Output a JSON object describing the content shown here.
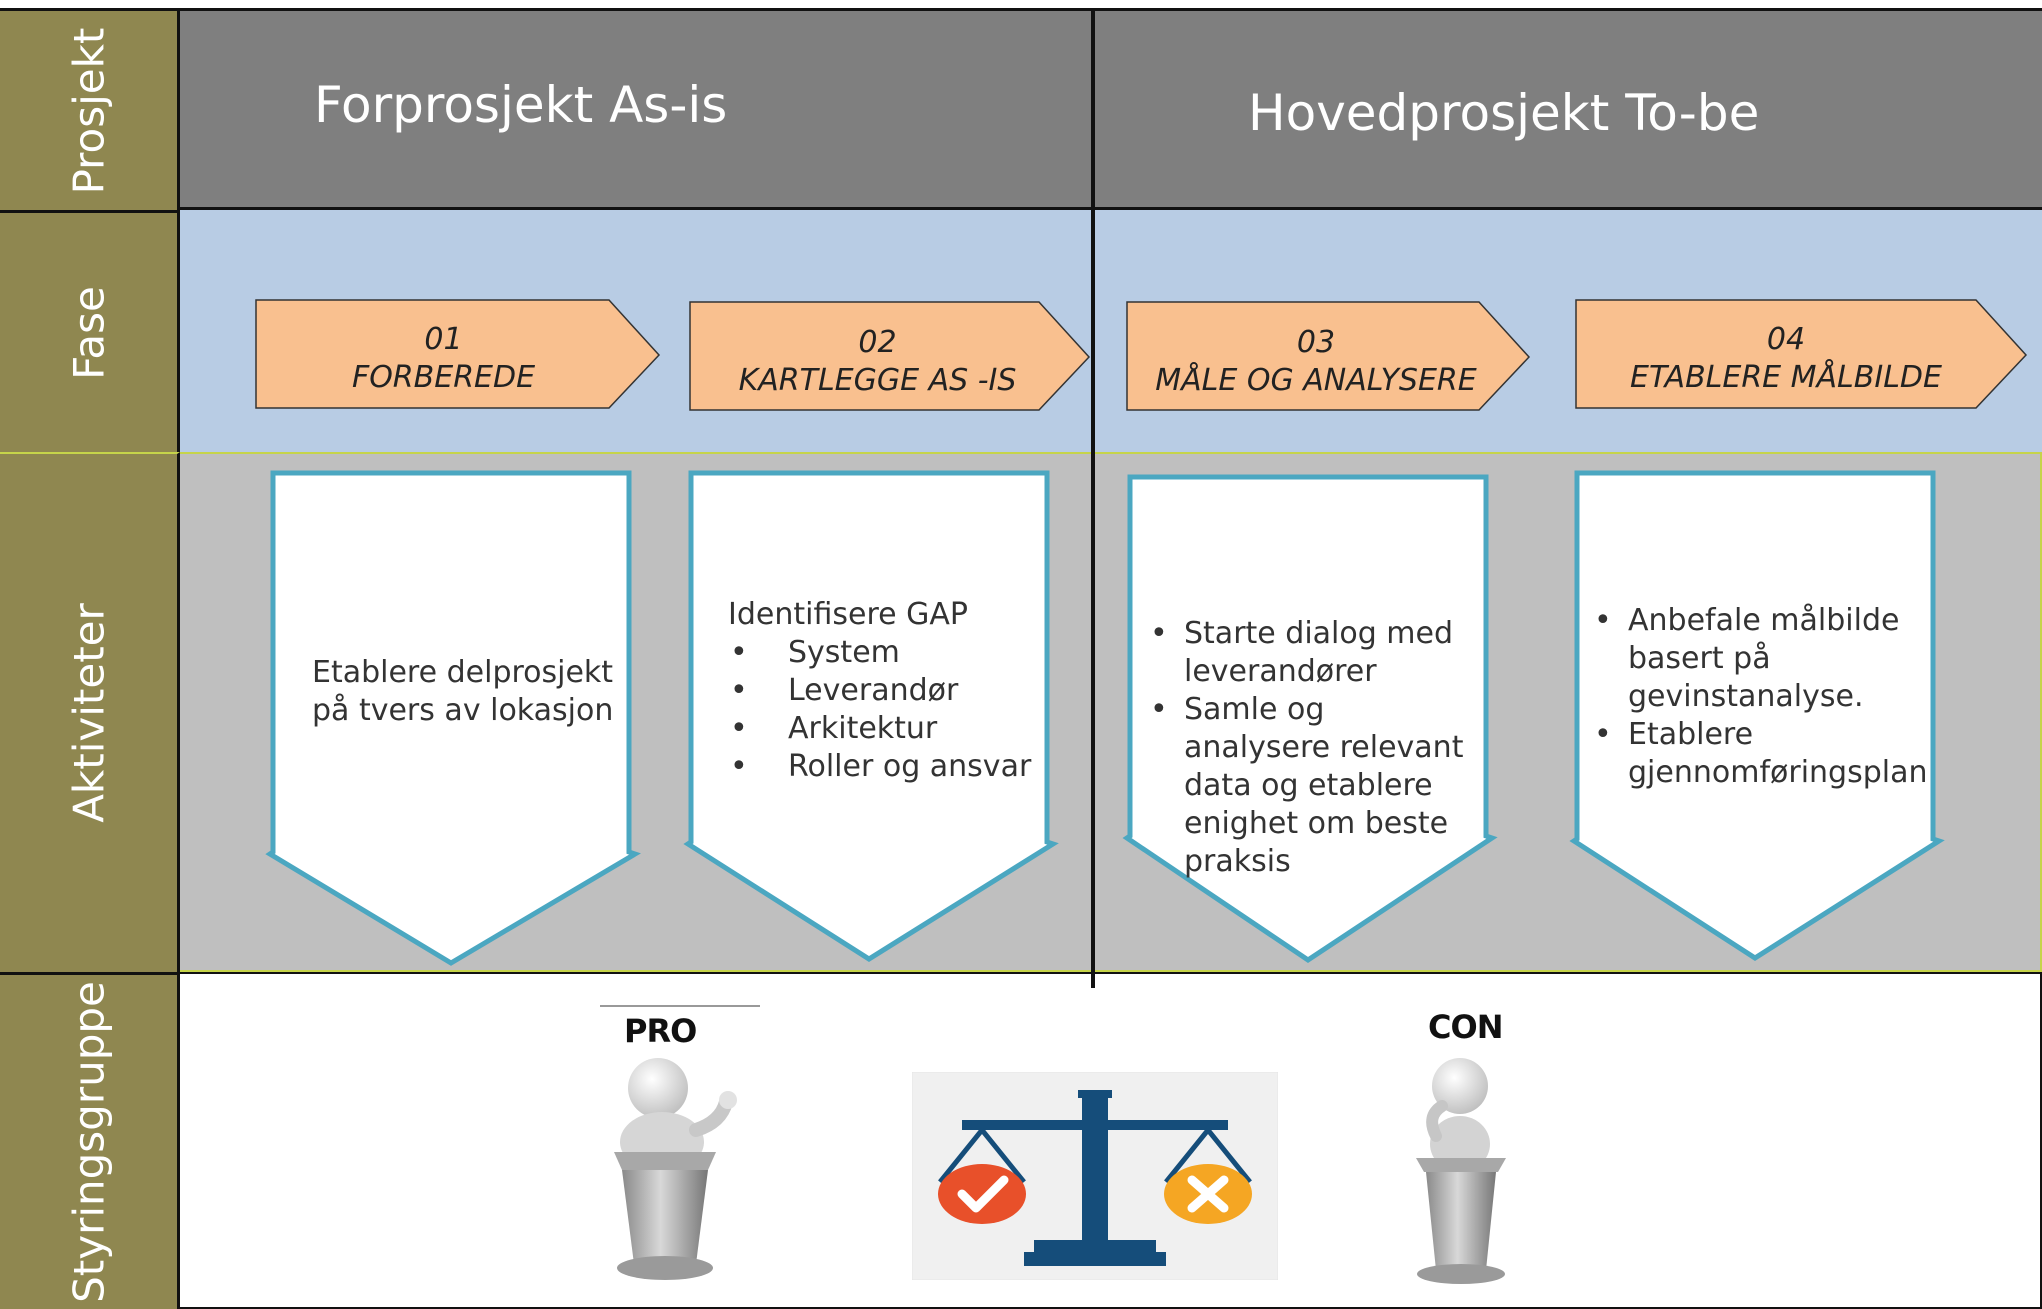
{
  "rows": {
    "prosjekt": "Prosjekt",
    "fase": "Fase",
    "aktiviteter": "Aktiviteter",
    "styringsgruppe": "Styringsgruppe"
  },
  "projects": {
    "left": "Forprosjekt As-is",
    "right": "Hovedprosjekt To-be"
  },
  "phases": [
    {
      "number": "01",
      "name": "FORBEREDE"
    },
    {
      "number": "02",
      "name": "KARTLEGGE AS -IS"
    },
    {
      "number": "03",
      "name": "MÅLE OG ANALYSERE"
    },
    {
      "number": "04",
      "name": "ETABLERE MÅLBILDE"
    }
  ],
  "activities": {
    "a1": {
      "text": "Etablere delprosjekt på tvers av lokasjon"
    },
    "a2": {
      "heading": "Identifisere GAP",
      "items": [
        "System",
        "Leverandør",
        "Arkitektur",
        "Roller og ansvar"
      ]
    },
    "a3": {
      "items": [
        "Starte dialog med leverandører",
        "Samle og analysere relevant data og etablere enighet om beste praksis"
      ]
    },
    "a4": {
      "items": [
        "Anbefale målbilde basert på gevinstanalyse.",
        "Etablere gjennomføringsplan"
      ]
    }
  },
  "steering": {
    "pro_label": "PRO",
    "con_label": "CON"
  },
  "colors": {
    "label_bg": "#8f8750",
    "project_bg": "#7f7f7f",
    "phase_bg": "#b8cce4",
    "activity_bg": "#bfbfbf",
    "phase_arrow": "#f9c08f",
    "activity_border": "#4ba7c1",
    "scale_blue": "#154d7a",
    "check_red": "#e8502a",
    "cross_orange": "#f5a623"
  },
  "icons": [
    "check-icon",
    "cross-icon",
    "balance-scale-icon",
    "presenter-figure-icon"
  ]
}
